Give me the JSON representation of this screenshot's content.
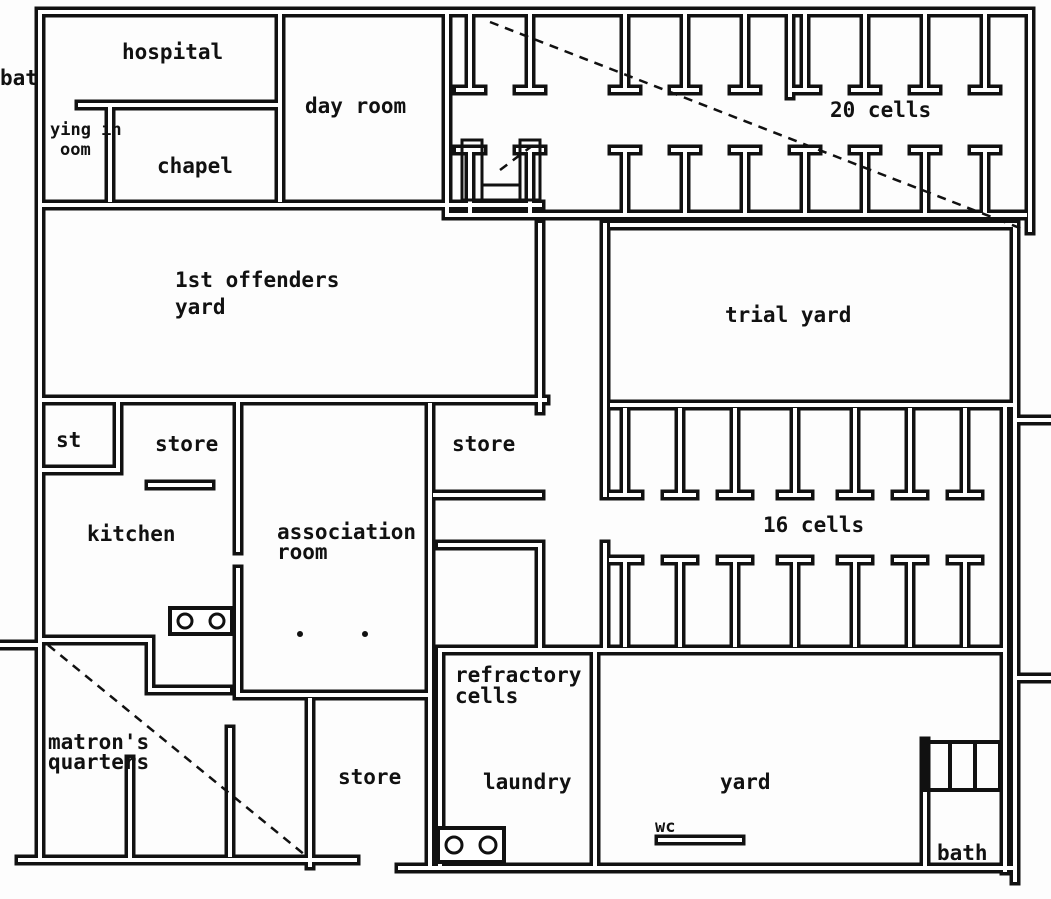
{
  "title": "Prison floor plan",
  "rooms": {
    "bath_partial": "bat",
    "hospital": "hospital",
    "day_room": "day room",
    "lying_in_1": "ying in",
    "lying_in_2": "oom",
    "chapel": "chapel",
    "cells_20": "20 cells",
    "offenders_yard_1": "1st offenders",
    "offenders_yard_2": "yard",
    "trial_yard": "trial yard",
    "st": "st",
    "store_1": "store",
    "store_2": "store",
    "kitchen": "kitchen",
    "association_1": "association",
    "association_2": "room",
    "cells_16": "16 cells",
    "refractory_1": "refractory",
    "refractory_2": "cells",
    "matrons_1": "matron's",
    "matrons_2": "quarters",
    "store_3": "store",
    "laundry": "laundry",
    "yard": "yard",
    "wc": "wc",
    "bath": "bath"
  }
}
